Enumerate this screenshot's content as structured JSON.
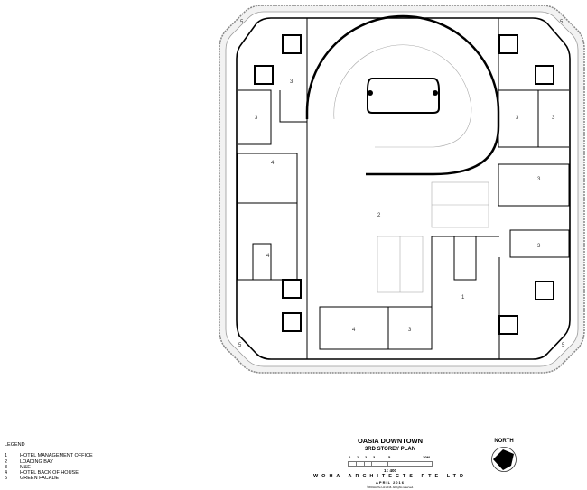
{
  "plan": {
    "room_labels": {
      "r3_nw_a": "3",
      "r3_nw_b": "3",
      "r3_ne_a": "3",
      "r3_ne_b": "3",
      "r3_e_a": "3",
      "r3_e_b": "3",
      "r3_s": "3",
      "r4_w_a": "4",
      "r4_w_b": "4",
      "r4_s": "4",
      "r1": "1",
      "r2": "2",
      "r5_nw": "5",
      "r5_ne": "5",
      "r5_sw": "5",
      "r5_se": "5"
    }
  },
  "legend": {
    "title": "LEGEND",
    "items": [
      {
        "num": "1",
        "label": "HOTEL MANAGEMENT OFFICE"
      },
      {
        "num": "2",
        "label": "LOADING BAY"
      },
      {
        "num": "3",
        "label": "M&E"
      },
      {
        "num": "4",
        "label": "HOTEL BACK OF HOUSE"
      },
      {
        "num": "5",
        "label": "GREEN FACADE"
      }
    ]
  },
  "title_block": {
    "project": "OASIA DOWNTOWN",
    "drawing": "3RD STOREY PLAN",
    "scale_ticks": [
      "0",
      "1",
      "2",
      "3",
      "5",
      "10M"
    ],
    "scale": "1 : 400",
    "firm": "WOHA ARCHITECTS PTE LTD",
    "date": "APRIL 2016",
    "copyright": "©WOHA Pte Ltd 2016. All rights reserved."
  },
  "north": {
    "label": "NORTH",
    "icon": "north-arrow-icon"
  }
}
